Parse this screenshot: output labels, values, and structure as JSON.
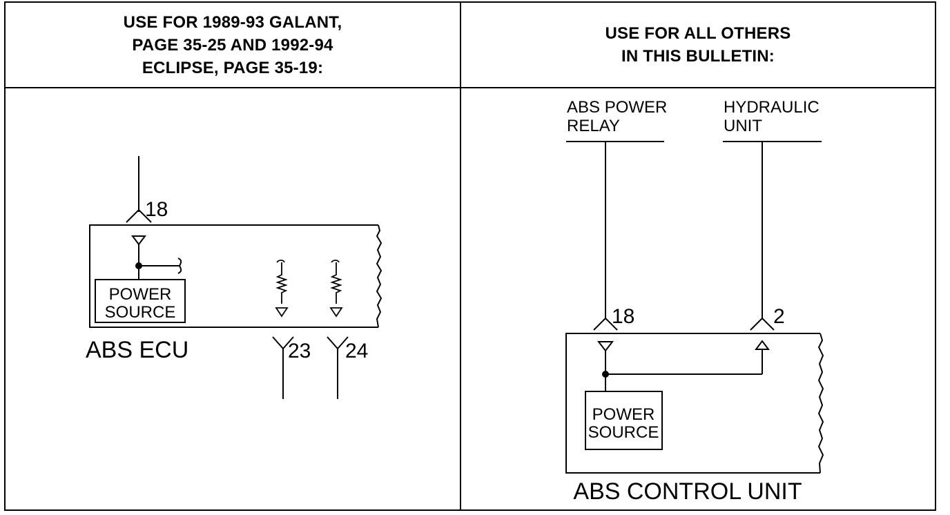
{
  "left_panel": {
    "header": [
      "USE FOR 1989-93 GALANT,",
      "PAGE 35-25 AND 1992-94",
      "ECLIPSE, PAGE 35-19:"
    ],
    "unit_label": "ABS ECU",
    "power_source": [
      "POWER",
      "SOURCE"
    ],
    "pins": {
      "top": "18",
      "left_bottom": "23",
      "right_bottom": "24"
    }
  },
  "right_panel": {
    "header": [
      "USE FOR ALL OTHERS",
      "IN THIS BULLETIN:"
    ],
    "unit_label": "ABS CONTROL UNIT",
    "power_source": [
      "POWER",
      "SOURCE"
    ],
    "connections": [
      {
        "label": [
          "ABS POWER",
          "RELAY"
        ],
        "pin": "18"
      },
      {
        "label": [
          "HYDRAULIC",
          "UNIT"
        ],
        "pin": "2"
      }
    ]
  }
}
